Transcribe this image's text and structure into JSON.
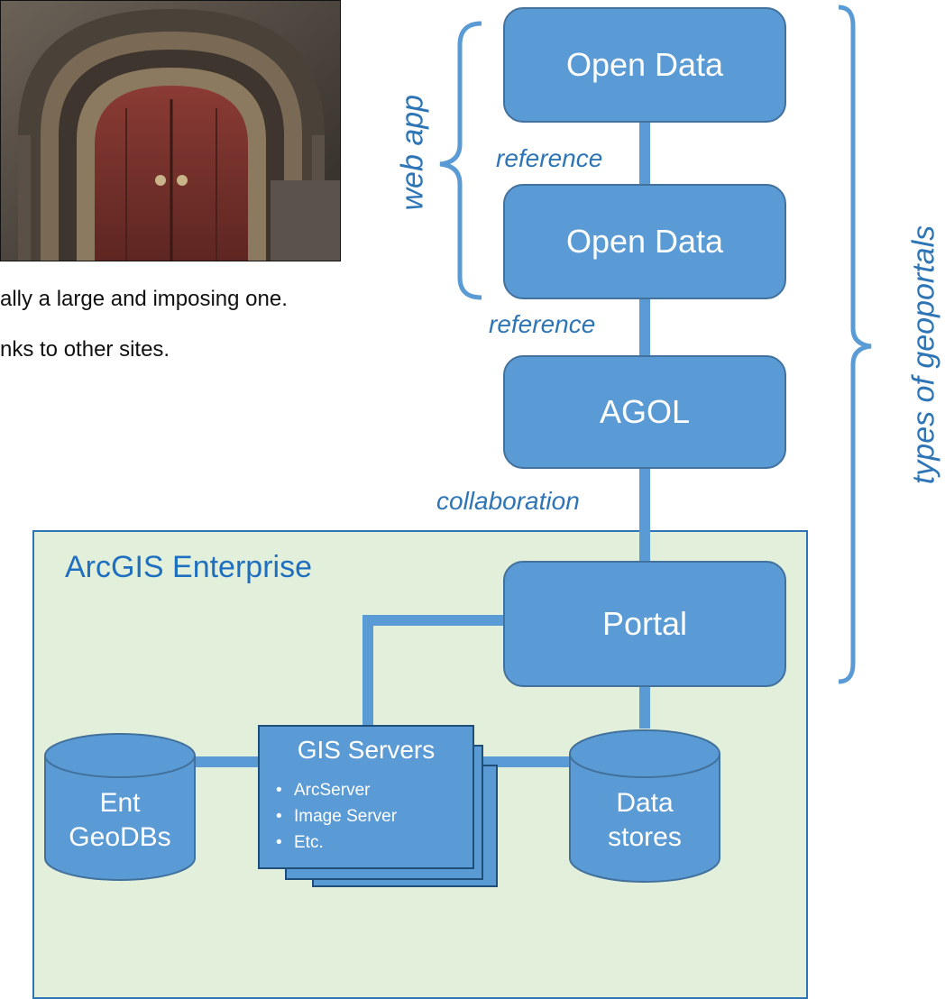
{
  "caption": {
    "line1": "ally a large and imposing one.",
    "line2": "nks to other sites."
  },
  "diagram": {
    "boxes": {
      "open_data_top": "Open Data",
      "open_data_bottom": "Open Data",
      "agol": "AGOL",
      "portal": "Portal"
    },
    "connectors": {
      "reference_top": "reference",
      "reference_bottom": "reference",
      "collaboration": "collaboration"
    },
    "web_app_label": "web app",
    "types_label": "types of geoportals",
    "enterprise": {
      "title": "ArcGIS Enterprise",
      "gis_servers": {
        "title": "GIS Servers",
        "items": [
          "ArcServer",
          "Image Server",
          "Etc."
        ]
      },
      "ent_geodbs": {
        "line1": "Ent",
        "line2": "GeoDBs"
      },
      "data_stores": {
        "line1": "Data",
        "line2": "stores"
      }
    }
  },
  "colors": {
    "box_fill": "#5b9bd5",
    "box_border": "#41719c",
    "label_blue": "#2e75b6",
    "enterprise_fill": "#e2efda"
  },
  "image": {
    "subject": "arched-church-door-photo"
  }
}
